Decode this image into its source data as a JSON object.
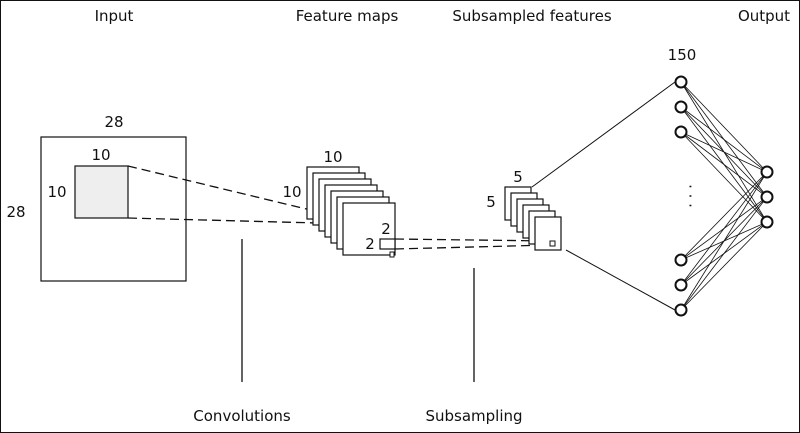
{
  "diagram": {
    "stages": {
      "input": "Input",
      "feature_maps": "Feature maps",
      "subsampled": "Subsampled features",
      "output": "Output"
    },
    "operations": {
      "convolutions": "Convolutions",
      "subsampling": "Subsampling"
    },
    "dimensions": {
      "input_width": "28",
      "input_height": "28",
      "kernel_width": "10",
      "kernel_height": "10",
      "maps_width": "10",
      "maps_height": "10",
      "pool_width": "2",
      "pool_height": "2",
      "sub_width": "5",
      "sub_height": "5",
      "hidden_units": "150"
    },
    "ellipsis": "·  ·  ·",
    "colors": {
      "stroke": "#111111",
      "kernel_fill": "#eeeeee",
      "background": "#ffffff"
    }
  }
}
